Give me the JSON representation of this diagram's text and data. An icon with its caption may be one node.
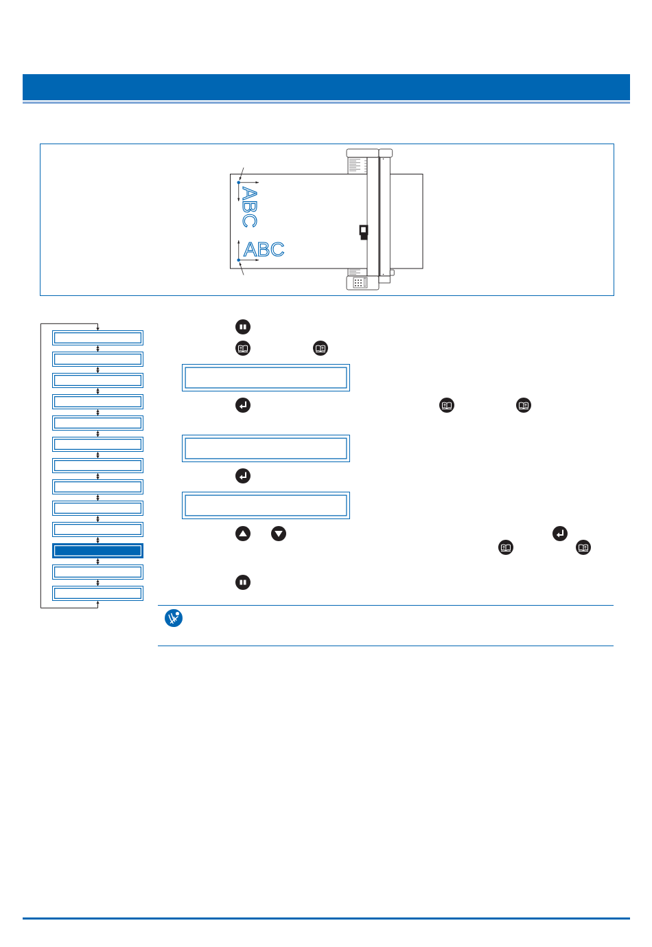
{
  "diagram": {
    "nodes": [
      {
        "text": [],
        "shape": "box"
      },
      {
        "text": [],
        "shape": "box"
      },
      {
        "text": [],
        "shape": "box"
      },
      {
        "text": [],
        "shape": "box"
      },
      {
        "text": [],
        "shape": "box"
      },
      {
        "text": [],
        "shape": "box"
      },
      {
        "text": [],
        "shape": "box"
      },
      {
        "text": [],
        "shape": "box"
      },
      {
        "text": [],
        "shape": "box"
      },
      {
        "text": [],
        "shape": "box"
      },
      {
        "text": [],
        "shape": "box"
      },
      {
        "text": [],
        "shape": "box"
      },
      {
        "text": [],
        "shape": "box"
      },
      {
        "text": [],
        "shape": "box"
      },
      {
        "text": [],
        "shape": "box"
      },
      {
        "text": [],
        "shape": "box"
      }
    ],
    "edges": [
      {
        "from": 0,
        "to": 1,
        "arrow": "both"
      },
      {
        "from": 1,
        "to": 2,
        "arrow": "both"
      },
      {
        "from": 2,
        "to": 3,
        "arrow": "both"
      },
      {
        "from": 3,
        "to": 4,
        "arrow": "both"
      },
      {
        "from": 4,
        "to": 5,
        "arrow": "both"
      },
      {
        "from": 5,
        "to": 6,
        "arrow": "both"
      },
      {
        "from": 6,
        "to": 7,
        "arrow": "both"
      },
      {
        "from": 7,
        "to": 8,
        "arrow": "both"
      },
      {
        "from": 8,
        "to": 9,
        "arrow": "both"
      },
      {
        "from": 9,
        "to": 10,
        "arrow": "both"
      },
      {
        "from": 10,
        "to": 11,
        "arrow": "both"
      },
      {
        "from": 11,
        "to": 12,
        "arrow": "both"
      },
      {
        "from": 12,
        "to": 0,
        "arrow": "both"
      }
    ],
    "labels": [
      "ABC",
      "ABC"
    ]
  }
}
